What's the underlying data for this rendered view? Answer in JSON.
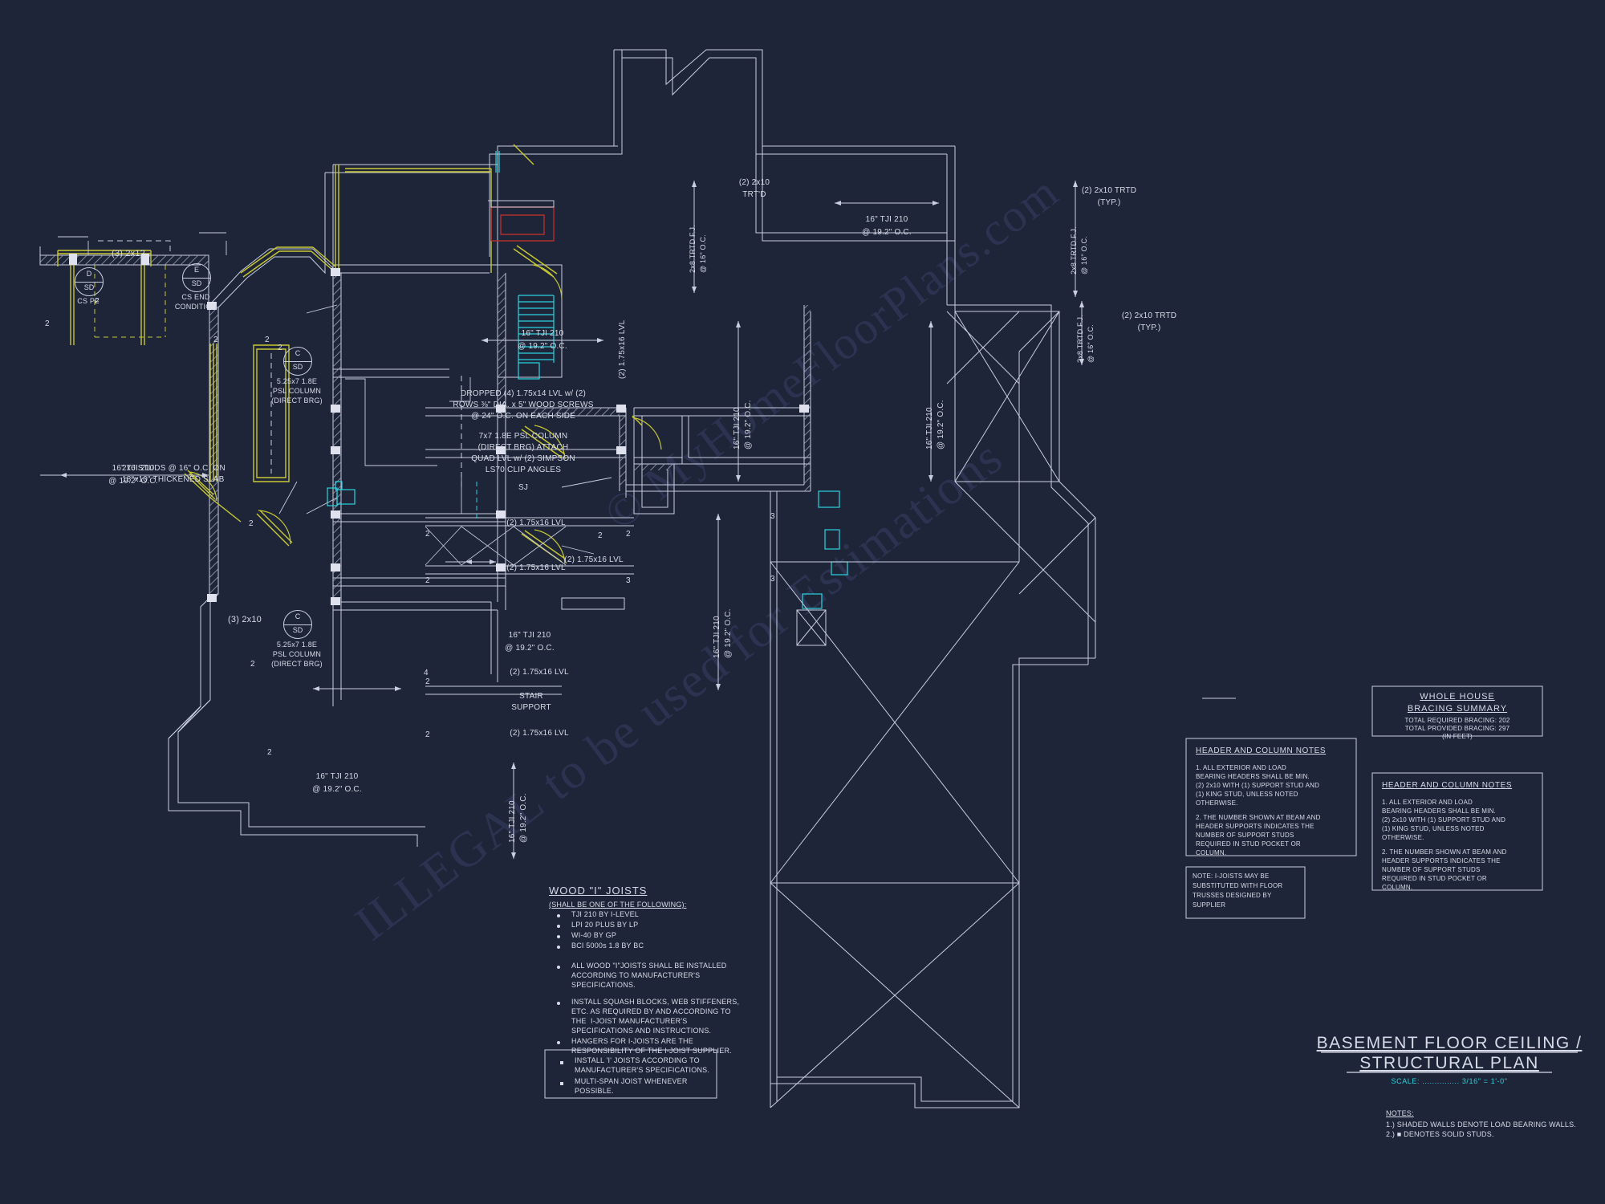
{
  "sheet": {
    "background_color": "#1e2538",
    "line_color": "#c9cee0",
    "accent_yellow": "#c8c832",
    "accent_cyan": "#2ad4e0",
    "accent_red": "#b03030",
    "watermark_line_1": "© MyHomeFloorPlans.com",
    "watermark_line_2": "ILLEGAL to be used for Estimations"
  },
  "title_block": {
    "title_line_1": "BASEMENT FLOOR CEILING /",
    "title_line_2": "STRUCTURAL PLAN",
    "scale_label": "SCALE: ............... 3/16\" = 1'-0\"",
    "notes_heading": "NOTES:",
    "notes": [
      "1.) SHADED WALLS DENOTE LOAD BEARING WALLS.",
      "2.) ■ DENOTES SOLID STUDS."
    ]
  },
  "bracing_summary": {
    "title_line_1": "WHOLE HOUSE",
    "title_line_2": "BRACING SUMMARY",
    "lines": [
      "TOTAL REQUIRED BRACING: 202",
      "TOTAL PROVIDED BRACING: 297",
      "(IN FEET)"
    ]
  },
  "header_column_notes": {
    "title": "HEADER AND COLUMN NOTES",
    "note_1": [
      "1. ALL EXTERIOR AND LOAD",
      "BEARING HEADERS SHALL BE MIN.",
      "(2) 2x10 WITH (1) SUPPORT STUD AND",
      "(1) KING STUD, UNLESS NOTED",
      "OTHERWISE."
    ],
    "note_2": [
      "2. THE NUMBER SHOWN AT BEAM AND",
      "HEADER SUPPORTS INDICATES THE",
      "NUMBER OF SUPPORT STUDS",
      "REQUIRED IN STUD POCKET OR",
      "COLUMN."
    ]
  },
  "ijoist_substitution_note": [
    "NOTE: I-JOISTS MAY BE",
    "SUBSTITUTED WITH FLOOR",
    "TRUSSES DESIGNED BY",
    "SUPPLIER"
  ],
  "wood_i_joists": {
    "title": "WOOD \"I\" JOISTS",
    "subtitle": "(SHALL BE ONE OF THE FOLLOWING):",
    "products": [
      "TJI 210 BY I-LEVEL",
      "LPI 20 PLUS BY LP",
      "WI-40 BY GP",
      "BCI 5000s 1.8 BY BC"
    ],
    "bullets": [
      [
        "ALL WOOD \"I\"JOISTS SHALL BE INSTALLED",
        "ACCORDING TO MANUFACTURER'S",
        "SPECIFICATIONS."
      ],
      [
        "INSTALL SQUASH BLOCKS, WEB STIFFENERS,",
        "ETC. AS REQUIRED BY AND ACCORDING TO",
        "THE  I-JOIST MANUFACTURER'S",
        "SPECIFICATIONS AND INSTRUCTIONS."
      ],
      [
        "HANGERS FOR I-JOISTS ARE THE",
        "RESPONSIBILITY OF THE I-JOIST SUPPLIER."
      ]
    ],
    "boxed_bullets": [
      [
        "INSTALL 'I' JOISTS ACCORDING TO",
        "MANUFACTURER'S SPECIFICATIONS."
      ],
      [
        "MULTI-SPAN JOIST WHENEVER",
        "POSSIBLE."
      ]
    ]
  },
  "callout_bubbles": [
    {
      "top": "D",
      "bottom": "SD",
      "label_lines": [
        "CS PF"
      ]
    },
    {
      "top": "E",
      "bottom": "SD",
      "label_lines": [
        "CS END",
        "CONDITION"
      ]
    },
    {
      "top": "C",
      "bottom": "SD",
      "label_lines": [
        "5.25x7 1.8E",
        "PSL COLUMN",
        "(DIRECT BRG)"
      ]
    },
    {
      "top": "C",
      "bottom": "SD",
      "label_lines": [
        "5.25x7 1.8E",
        "PSL COLUMN",
        "(DIRECT BRG)"
      ]
    }
  ],
  "plan_annotations": {
    "studs_note": [
      "2x6 STUDS @ 16\" O.C. ON",
      "18\"x10\" THICKENED SLAB"
    ],
    "dropped_lvl": [
      "DROPPED (4) 1.75x14 LVL w/ (2)",
      "ROWS ⅜\" DIA. x 5\" WOOD SCREWS",
      "@ 24\" O.C. ON EACH SIDE"
    ],
    "psl_column_note": [
      "7x7 1.8E PSL COLUMN",
      "(DIRECT BRG) ATTACH",
      "QUAD LVL w/ (2) SIMPSON",
      "LS70 CLIP ANGLES"
    ],
    "sj_label": "SJ",
    "header_2x12": "(3) 2x12",
    "header_2x10": "(3) 2x10",
    "stair_support": [
      "STAIR",
      "SUPPORT"
    ],
    "joist_runs": [
      {
        "line1": "16\" TJI 210",
        "line2": "@ 19.2\" O.C."
      },
      {
        "line1": "16\" TJI 210",
        "line2": "@ 19.2\" O.C."
      },
      {
        "line1": "16\" TJI 210",
        "line2": "@ 19.2\" O.C."
      },
      {
        "line1": "16\" TJI 210",
        "line2": "@ 19.2\" O.C."
      },
      {
        "line1": "16\" TJI 210",
        "line2": "@ 19.2\" O.C."
      },
      {
        "line1": "16\" TJI 210",
        "line2": "@ 19.2\" O.C."
      }
    ],
    "vertical_joist_runs": [
      {
        "line1": "16\" TJI 210",
        "line2": "@ 19.2\" O.C."
      },
      {
        "line1": "16\" TJI 210",
        "line2": "@ 19.2\" O.C."
      },
      {
        "line1": "16\" TJI 210",
        "line2": "@ 19.2\" O.C."
      },
      {
        "line1": "16\" TJI 210",
        "line2": "@ 19.2\" O.C."
      }
    ],
    "treated_fj_vertical": [
      {
        "line1": "2x8 TRTD F.J.",
        "line2": "@ 16\" O.C."
      },
      {
        "line1": "2x8 TRTD F.J.",
        "line2": "@ 16\" O.C."
      },
      {
        "line1": "2x8 TRTD F.J.",
        "line2": "@ 16\" O.C."
      }
    ],
    "treated_headers": [
      {
        "line1": "(2) 2x10",
        "line2": "TRT'D"
      },
      {
        "line1": "(2) 2x10 TRTD",
        "line2": "(TYP.)"
      },
      {
        "line1": "(2) 2x10 TRTD",
        "line2": "(TYP.)"
      }
    ],
    "lvl_beams": [
      "(2) 1.75x16 LVL",
      "(2) 1.75x16 LVL",
      "(2) 1.75x16 LVL",
      "(2) 1.75x16 LVL",
      "(2) 1.75x16 LVL"
    ],
    "vertical_lvl_label": "(2) 1.75x16 LVL",
    "support_counts": [
      "2",
      "2",
      "2",
      "2",
      "2",
      "2",
      "2",
      "3",
      "2",
      "3",
      "2",
      "2",
      "4",
      "2",
      "2",
      "2",
      "3",
      "2"
    ]
  }
}
